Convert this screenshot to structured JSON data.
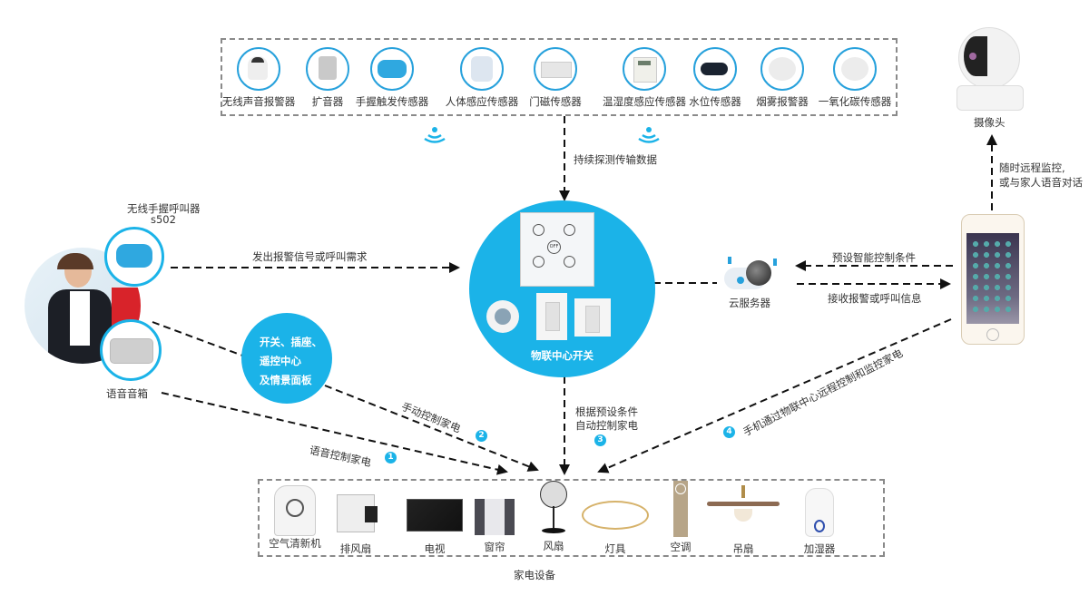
{
  "sensors": {
    "items": [
      {
        "label": "无线声音报警器",
        "icon": "sound-alarm-icon"
      },
      {
        "label": "扩音器",
        "icon": "speaker-icon"
      },
      {
        "label": "手握触发传感器",
        "icon": "handheld-trigger-icon"
      },
      {
        "label": "人体感应传感器",
        "icon": "motion-sensor-icon"
      },
      {
        "label": "门磁传感器",
        "icon": "door-sensor-icon"
      },
      {
        "label": "温湿度感应传感器",
        "icon": "thermo-hygrometer-icon"
      },
      {
        "label": "水位传感器",
        "icon": "water-level-sensor-icon"
      },
      {
        "label": "烟雾报警器",
        "icon": "smoke-alarm-icon"
      },
      {
        "label": "一氧化碳传感器",
        "icon": "co-sensor-icon"
      }
    ],
    "flow_label": "持续探测传输数据"
  },
  "camera": {
    "label": "摄像头",
    "flow_label_line1": "随时远程监控,",
    "flow_label_line2": "或与家人语音对话"
  },
  "user": {
    "remote_label_line1": "无线手握呼叫器",
    "remote_label_line2": "s502",
    "speaker_label": "语音音箱",
    "alarm_flow_label": "发出报警信号或呼叫需求"
  },
  "panel_bubble": {
    "line1": "开关、插座、",
    "line2": "遥控中心",
    "line3": "及情景面板"
  },
  "hub": {
    "label": "物联中心开关",
    "off_label": "OFF"
  },
  "cloud": {
    "label": "云服务器",
    "preset_label": "预设智能控制条件",
    "receive_label": "接收报警或呼叫信息"
  },
  "flows": [
    {
      "num": "1",
      "label": "语音控制家电"
    },
    {
      "num": "2",
      "label": "手动控制家电"
    },
    {
      "num": "3",
      "label_line1": "根据预设条件",
      "label_line2": "自动控制家电"
    },
    {
      "num": "4",
      "label": "手机通过物联中心远程控制和监控家电"
    }
  ],
  "appliances": {
    "title": "家电设备",
    "items": [
      {
        "label": "空气清新机",
        "icon": "air-purifier-icon"
      },
      {
        "label": "排风扇",
        "icon": "exhaust-fan-icon"
      },
      {
        "label": "电视",
        "icon": "tv-icon"
      },
      {
        "label": "窗帘",
        "icon": "curtain-icon"
      },
      {
        "label": "风扇",
        "icon": "fan-icon"
      },
      {
        "label": "灯具",
        "icon": "lamp-icon"
      },
      {
        "label": "空调",
        "icon": "air-conditioner-icon"
      },
      {
        "label": "吊扇",
        "icon": "ceiling-fan-icon"
      },
      {
        "label": "加湿器",
        "icon": "humidifier-icon"
      }
    ]
  },
  "colors": {
    "accent": "#1bb3e8",
    "ring": "#27a1dc",
    "dash": "#8a8a8a",
    "line": "#111111"
  }
}
